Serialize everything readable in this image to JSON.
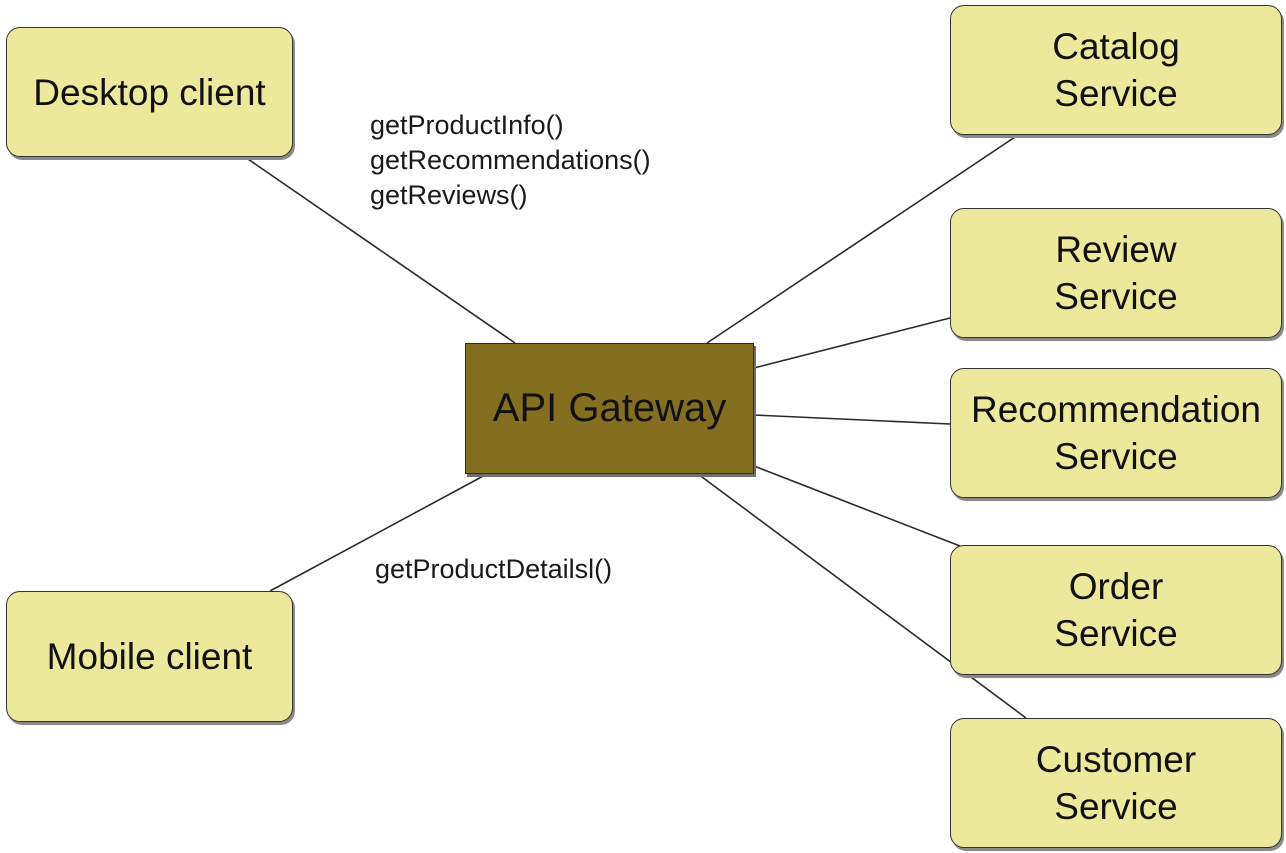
{
  "gateway": {
    "label": "API Gateway"
  },
  "clients": {
    "desktop": "Desktop client",
    "mobile": "Mobile client"
  },
  "calls": {
    "desktop": [
      "getProductInfo()",
      "getRecommendations()",
      "getReviews()"
    ],
    "mobile": [
      "getProductDetailsl()"
    ]
  },
  "services": {
    "catalog": [
      "Catalog",
      "Service"
    ],
    "review": [
      "Review",
      "Service"
    ],
    "recommendation": [
      "Recommendation",
      "Service"
    ],
    "order": [
      "Order",
      "Service"
    ],
    "customer": [
      "Customer",
      "Service"
    ]
  },
  "colors": {
    "node_fill": "#ede99c",
    "gateway_fill": "#846f21",
    "line": "#2a2a2a"
  }
}
